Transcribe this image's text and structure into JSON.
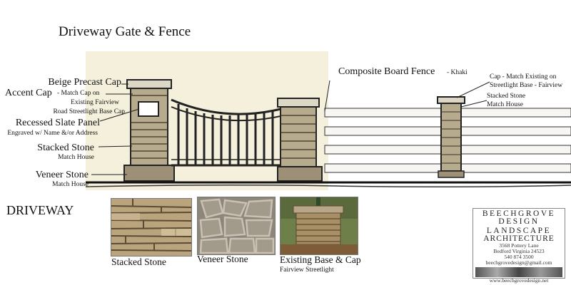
{
  "title": "Driveway Gate & Fence",
  "labels": {
    "beige_cap": "Beige Precast Cap",
    "accent_cap": "Accent Cap",
    "accent_cap_note": "- Match Cap on",
    "accent_cap_note2": "Existing Fairview",
    "accent_cap_note3": "Road Streetlight Base Cap",
    "slate_panel": "Recessed Slate Panel",
    "slate_note": "Engraved w/ Name &/or Address",
    "stacked_stone": "Stacked Stone",
    "stacked_note": "Match House",
    "veneer_stone": "Veneer Stone",
    "veneer_note": "Match House",
    "driveway": "DRIVEWAY",
    "fence": "Composite Board Fence",
    "fence_note": "- Khaki",
    "cap_right": "Cap - Match Existing on",
    "cap_right2": "Streetlight Base - Fairview",
    "stacked_right": "Stacked Stone",
    "stacked_right2": "Match House"
  },
  "photos": [
    {
      "caption": "Stacked Stone",
      "note": ""
    },
    {
      "caption": "Veneer Stone",
      "note": ""
    },
    {
      "caption": "Existing Base & Cap",
      "note": "Fairview Streetlight"
    }
  ],
  "logo": {
    "line1": "BEECHGROVE",
    "line2": "DESIGN",
    "line3": "LANDSCAPE",
    "line4": "ARCHITECTURE",
    "address1": "3568 Pottery Lane",
    "address2": "Bedford Virginia 24523",
    "phone": "540 874 3500",
    "email": "beechgrovedesign@gmail.com",
    "web": "www.beechgrovedesign.net"
  },
  "colors": {
    "paper": "#f4f0dc",
    "ink": "#1a1a1a",
    "stone": "#8a7a60",
    "gate_bar": "#222222"
  }
}
